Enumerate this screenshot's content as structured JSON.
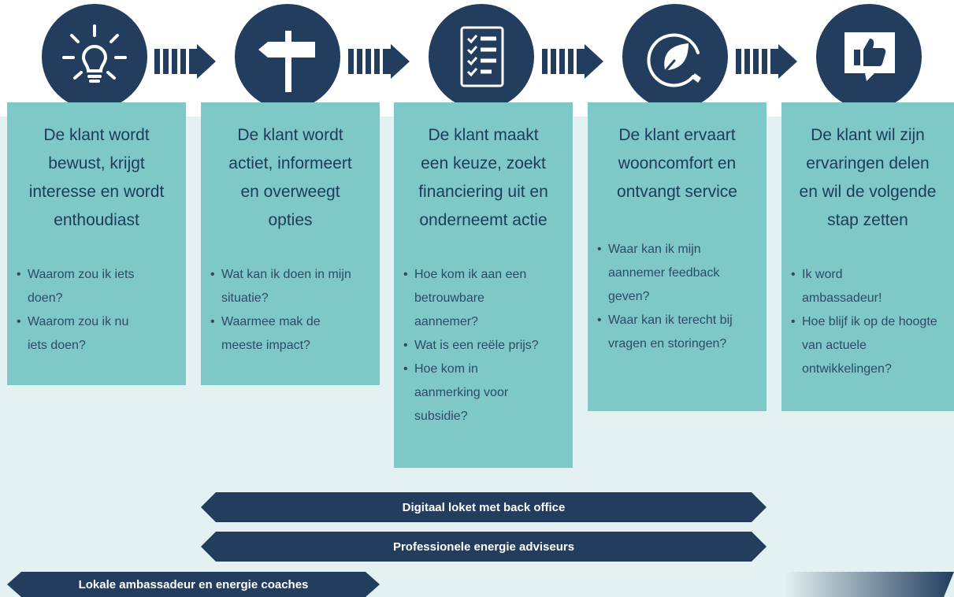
{
  "stages": [
    {
      "icon": "lightbulb-icon",
      "heading": "De klant wordt bewust, krijgt interesse en wordt enthoudiast",
      "heading_lines": [
        "De klant wordt",
        "bewust, krijgt",
        "interesse en wordt",
        "enthoudiast"
      ],
      "bullets": [
        "Waarom zou ik iets doen?",
        "Waarom zou ik nu iets doen?"
      ]
    },
    {
      "icon": "signpost-icon",
      "heading": "De klant wordt actiet, informeert en overweegt opties",
      "heading_lines": [
        "De klant wordt",
        "actiet, informeert",
        "en overweegt",
        "opties"
      ],
      "bullets": [
        "Wat kan ik doen in mijn situatie?",
        "Waarmee mak de meeste impact?"
      ]
    },
    {
      "icon": "checklist-icon",
      "heading": "De klant maakt een keuze, zoekt financiering uit en onderneemt actie",
      "heading_lines": [
        "De klant maakt",
        "een keuze, zoekt",
        "financiering uit en",
        "onderneemt actie"
      ],
      "bullets": [
        "Hoe kom ik aan een betrouwbare aannemer?",
        "Wat is een reële prijs?",
        "Hoe kom in aanmerking voor subsidie?"
      ]
    },
    {
      "icon": "leaf-plug-icon",
      "heading": "De klant ervaart wooncomfort en ontvangt service",
      "heading_lines": [
        "De klant ervaart",
        "wooncomfort en",
        "ontvangt service"
      ],
      "bullets": [
        "Waar kan ik mijn aannemer feedback geven?",
        "Waar kan ik terecht bij vragen en storingen?"
      ]
    },
    {
      "icon": "thumbs-up-icon",
      "heading": "De klant wil zijn ervaringen delen en wil de volgende stap zetten",
      "heading_lines": [
        "De klant wil zijn",
        "ervaringen delen",
        "en wil de volgende",
        "stap zetten"
      ],
      "bullets": [
        "Ik word ambassadeur!",
        "Hoe blijf ik op de hoogte van actuele ontwikkelingen?"
      ]
    }
  ],
  "bands": {
    "digital_desk": "Digitaal loket met back office",
    "energy_advisors": "Professionele energie adviseurs",
    "local_ambassadors": "Lokale ambassadeur en energie coaches"
  },
  "colors": {
    "navy": "#223d5e",
    "teal": "#7fc8c8",
    "background": "#e4f1f2"
  }
}
